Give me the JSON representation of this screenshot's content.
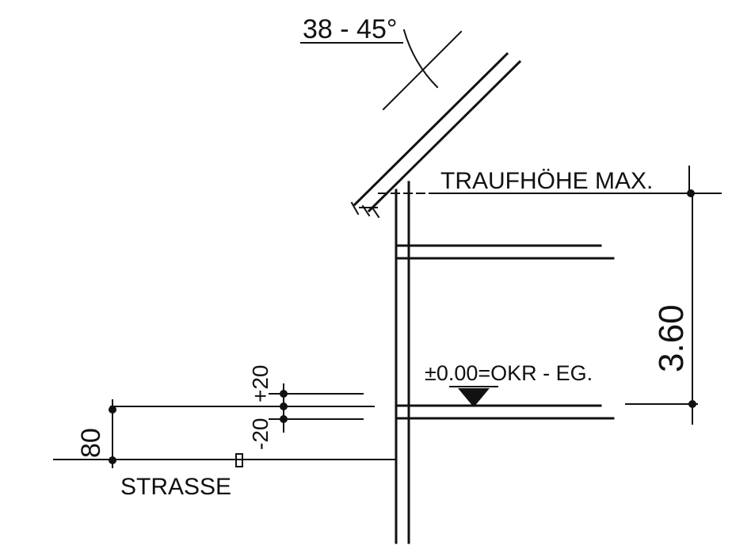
{
  "drawing": {
    "roof_pitch_label": "38 - 45°",
    "eaves_height_label": "TRAUFHÖHE MAX.",
    "eaves_height_value": "3.60",
    "ground_floor_label": "±0.00=OKR - EG.",
    "tolerance_plus_label": "+20",
    "tolerance_minus_label": "-20",
    "street_offset_value": "80",
    "street_label": "STRASSE",
    "line_color": "#111111",
    "background_color": "#ffffff"
  }
}
